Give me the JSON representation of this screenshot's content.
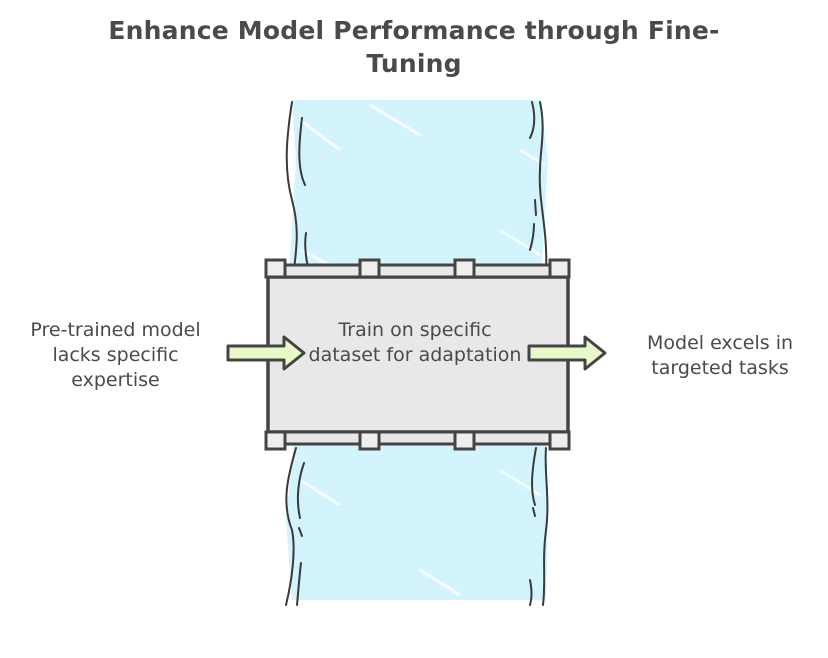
{
  "title": "Enhance Model Performance through Fine-Tuning",
  "input": {
    "text": "Pre-trained model lacks specific expertise"
  },
  "process": {
    "text": "Train on specific dataset for adaptation"
  },
  "output": {
    "text": "Model excels in targeted tasks"
  },
  "colors": {
    "river": "#d3f3fd",
    "bridge_fill": "#e8e8e8",
    "stroke": "#444444",
    "arrow_fill": "#e9f8c8",
    "text": "#4a4a4a"
  }
}
